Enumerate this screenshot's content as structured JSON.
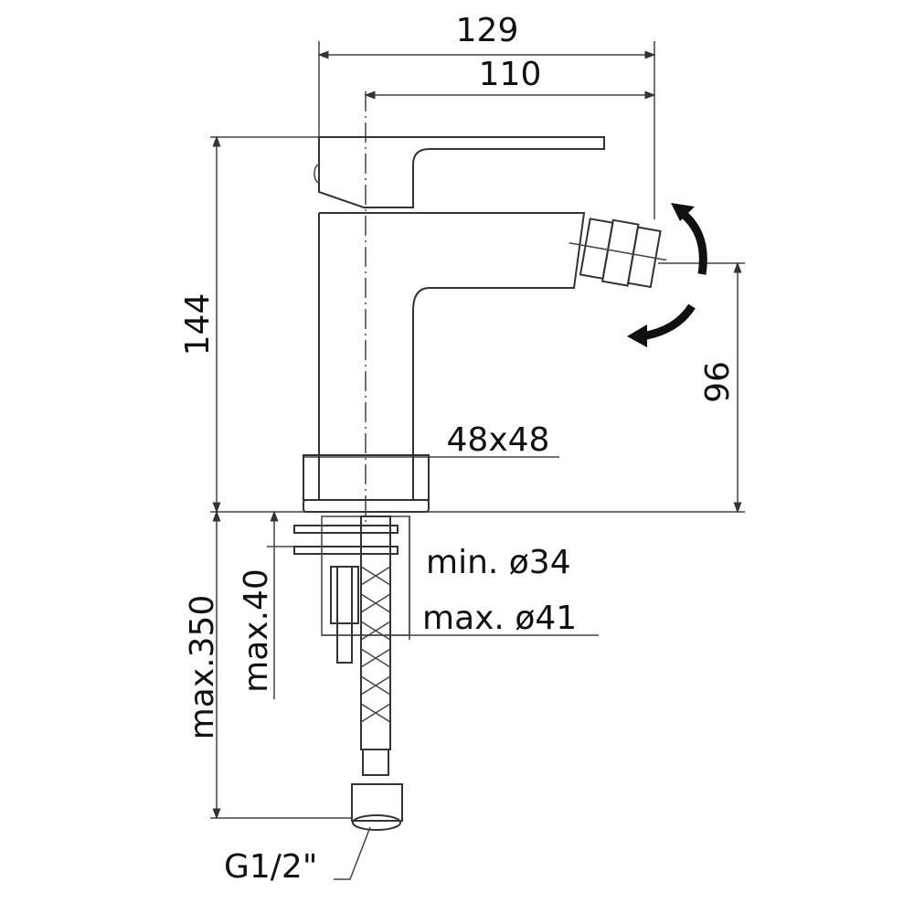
{
  "drawing": {
    "title": "Bidet mixer dimensions",
    "dimensions": {
      "overall_depth": "129",
      "spout_reach": "110",
      "overall_height": "144",
      "spout_height": "96",
      "base_size": "48x48",
      "hole_min": "min. ø34",
      "hole_max": "max. ø41",
      "max_deck_thickness": "max.40",
      "hose_length": "max.350",
      "connection": "G1/2\""
    },
    "colors": {
      "line": "#333333",
      "background": "#ffffff"
    }
  }
}
